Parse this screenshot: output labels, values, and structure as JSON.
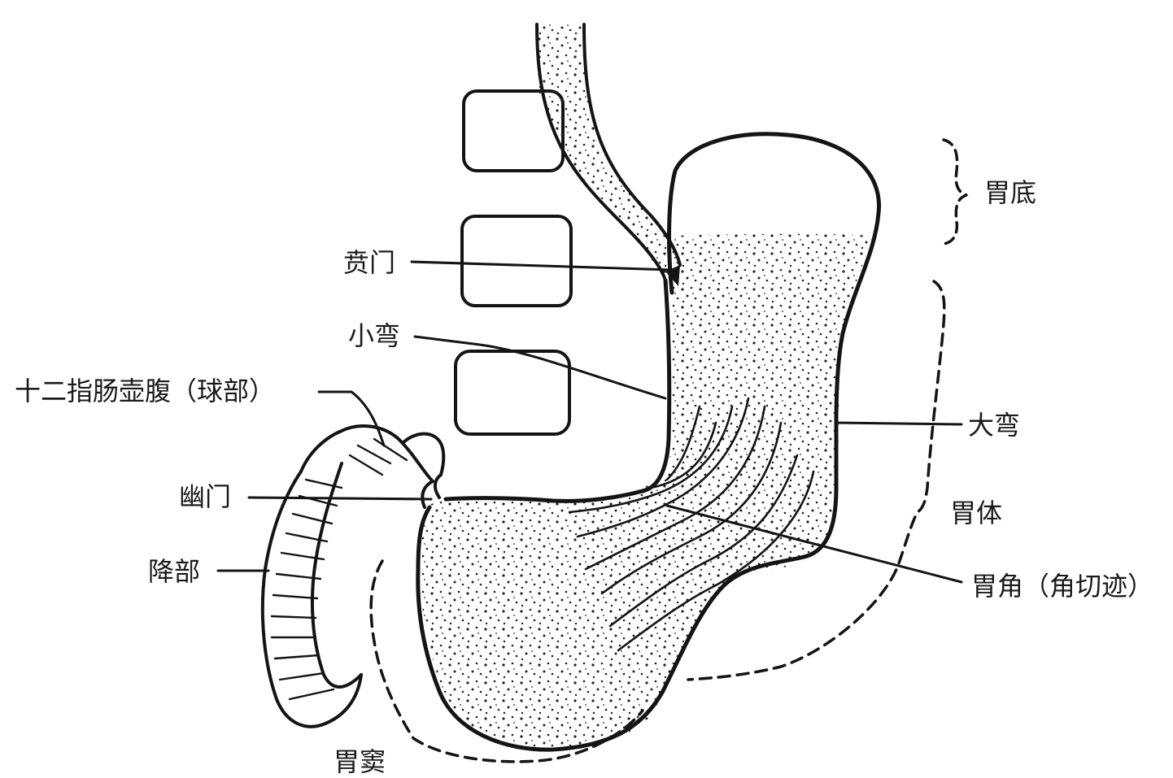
{
  "labels": {
    "fundus": "胃底",
    "cardia": "贲门",
    "lesser_curvature": "小弯",
    "duodenal_bulb": "十二指肠壶腹（球部）",
    "greater_curvature": "大弯",
    "pylorus": "幽门",
    "body": "胃体",
    "descending_part": "降部",
    "angular_notch": "胃角（角切迹）",
    "antrum": "胃窦"
  },
  "colors": {
    "ink": "#141414",
    "paper": "#ffffff"
  }
}
